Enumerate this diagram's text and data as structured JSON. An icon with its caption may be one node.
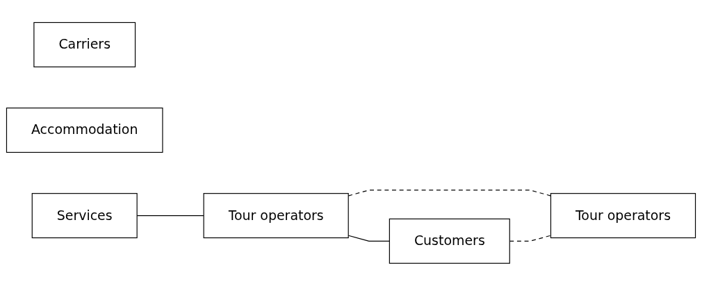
{
  "diagram": {
    "nodes": [
      {
        "text": [
          "Carriers"
        ]
      },
      {
        "text": [
          "Accommodation"
        ]
      },
      {
        "text": [
          "Services"
        ]
      },
      {
        "text": [
          "Tour operators"
        ]
      },
      {
        "text": [
          "Customers"
        ]
      },
      {
        "text": [
          "Tour operators"
        ]
      }
    ],
    "edges": [
      {
        "from": 2,
        "to": 3,
        "arrow": "none"
      },
      {
        "from": 3,
        "to": 4,
        "arrow": "none"
      },
      {
        "from": 3,
        "to": 5,
        "arrow": "none",
        "style": "dashed"
      },
      {
        "from": 4,
        "to": 5,
        "arrow": "none",
        "style": "dashed"
      }
    ]
  }
}
